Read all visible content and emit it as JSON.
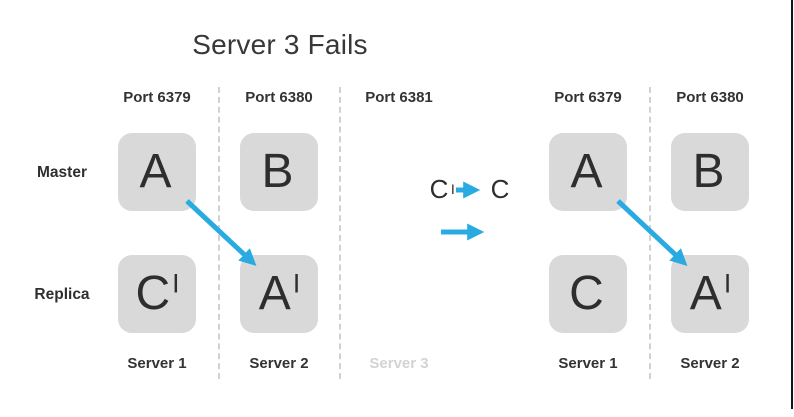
{
  "title": "Server 3 Fails",
  "colors": {
    "accent": "#29abe2",
    "box_fill": "#d9d9d9",
    "text": "#333333",
    "failed_label": "#d3d3d6",
    "separator": "#d1d1d4"
  },
  "rows": {
    "master": "Master",
    "replica": "Replica"
  },
  "before": {
    "ports": [
      "Port 6379",
      "Port 6380",
      "Port 6381"
    ],
    "boxes": {
      "master": [
        {
          "letter": "A",
          "prime": ""
        },
        {
          "letter": "B",
          "prime": ""
        }
      ],
      "replica": [
        {
          "letter": "C",
          "prime": "|"
        },
        {
          "letter": "A",
          "prime": "|"
        }
      ]
    },
    "servers": [
      {
        "label": "Server 1",
        "failed": false
      },
      {
        "label": "Server 2",
        "failed": false
      },
      {
        "label": "Server 3",
        "failed": true
      }
    ]
  },
  "after": {
    "ports": [
      "Port 6379",
      "Port 6380"
    ],
    "boxes": {
      "master": [
        {
          "letter": "A",
          "prime": ""
        },
        {
          "letter": "B",
          "prime": ""
        }
      ],
      "replica": [
        {
          "letter": "C",
          "prime": ""
        },
        {
          "letter": "A",
          "prime": "|"
        }
      ]
    },
    "servers": [
      {
        "label": "Server 1",
        "failed": false
      },
      {
        "label": "Server 2",
        "failed": false
      }
    ]
  },
  "transition": {
    "from": "C",
    "from_prime": "|",
    "to": "C"
  },
  "icons": [
    "failover-arrow-before",
    "failover-arrow-after",
    "promotion-arrow",
    "transition-arrow"
  ]
}
